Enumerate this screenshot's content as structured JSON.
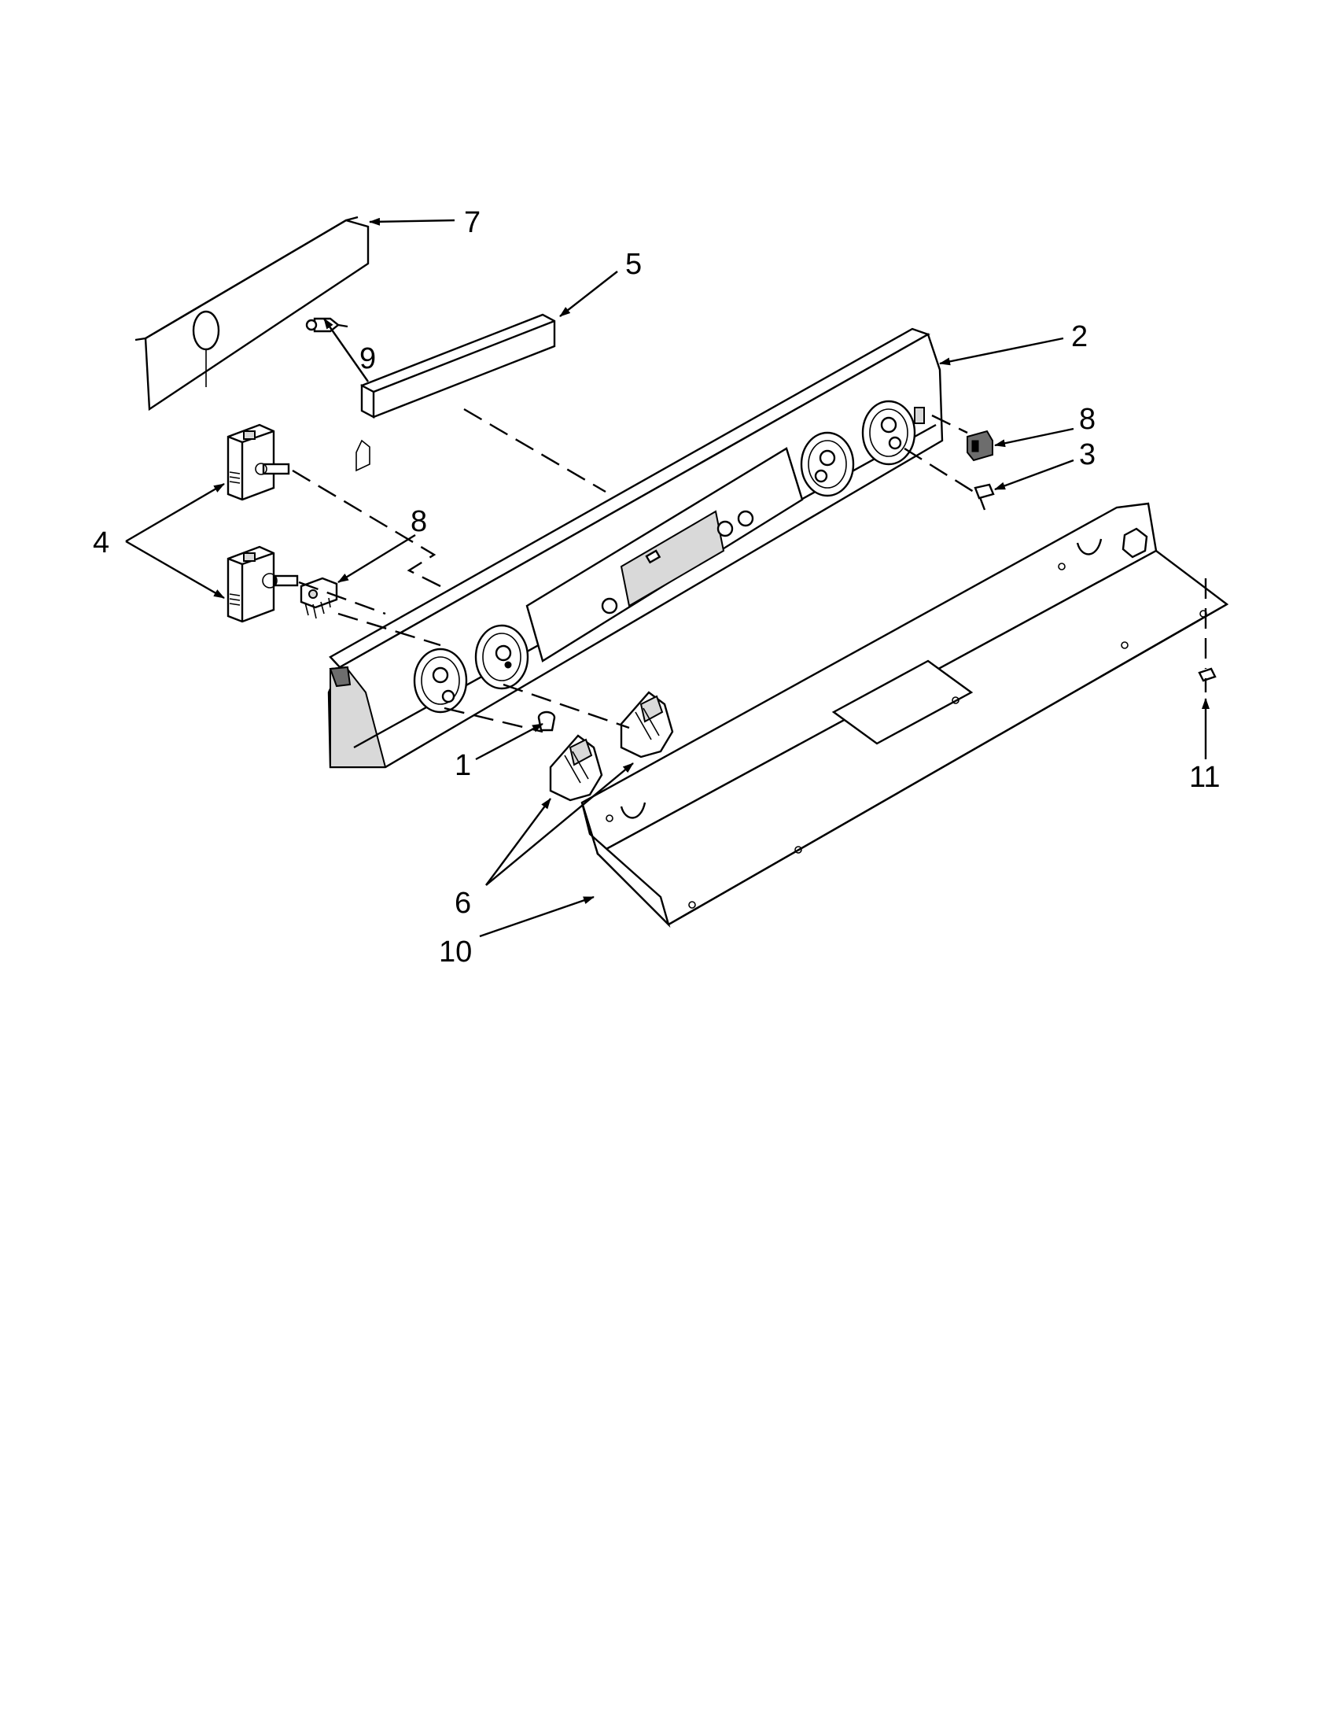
{
  "callouts": {
    "c1": "1",
    "c2": "2",
    "c3": "3",
    "c4": "4",
    "c5": "5",
    "c6": "6",
    "c7": "7",
    "c8a": "8",
    "c8b": "8",
    "c9": "9",
    "c10": "10",
    "c11": "11"
  },
  "colors": {
    "line": "#000000",
    "background": "#ffffff",
    "shade": "#d9d9d9"
  }
}
